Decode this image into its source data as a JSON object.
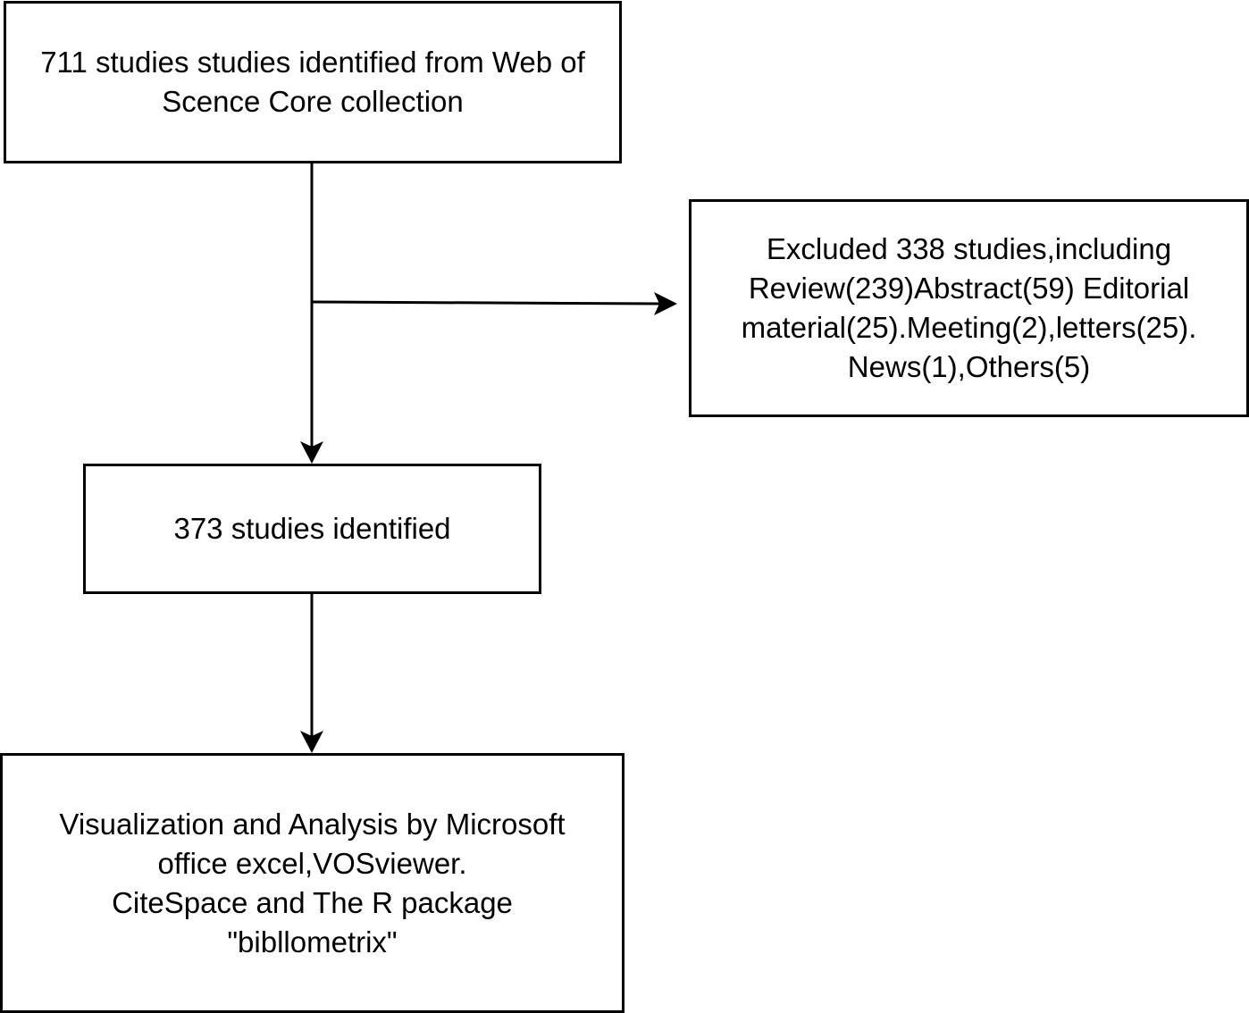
{
  "flowchart": {
    "source": {
      "lines": [
        "711 studies studies identified from Web of",
        "Scence Core collection"
      ]
    },
    "excluded": {
      "lines": [
        "Excluded 338 studies,including",
        "Review(239)Abstract(59) Editorial",
        "material(25).Meeting(2),letters(25).",
        "News(1),Others(5)"
      ]
    },
    "identified": {
      "lines": [
        "373 studies identified"
      ]
    },
    "analysis": {
      "lines": [
        "Visualization and Analysis by Microsoft",
        "office excel,VOSviewer.",
        "CiteSpace and The R package",
        "\"bibllometrix\""
      ]
    }
  }
}
